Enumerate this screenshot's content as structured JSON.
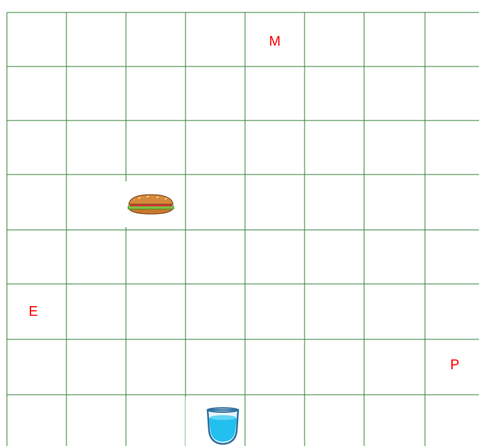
{
  "grid": {
    "rows": 8,
    "cols": 8,
    "line_color": "#2e7d32",
    "background": "#ffffff"
  },
  "markers": [
    {
      "id": "marker-m",
      "label": "M",
      "row": 0,
      "col": 4,
      "color": "#ff0000"
    },
    {
      "id": "marker-e",
      "label": "E",
      "row": 5,
      "col": 0,
      "color": "#ff0000"
    },
    {
      "id": "marker-p",
      "label": "P",
      "row": 6,
      "col": 7,
      "color": "#ff0000"
    }
  ],
  "items": [
    {
      "id": "sandwich",
      "icon": "sandwich-icon",
      "row": 3,
      "col": 2
    },
    {
      "id": "water-glass",
      "icon": "water-glass-icon",
      "row": 7,
      "col": 3
    }
  ]
}
